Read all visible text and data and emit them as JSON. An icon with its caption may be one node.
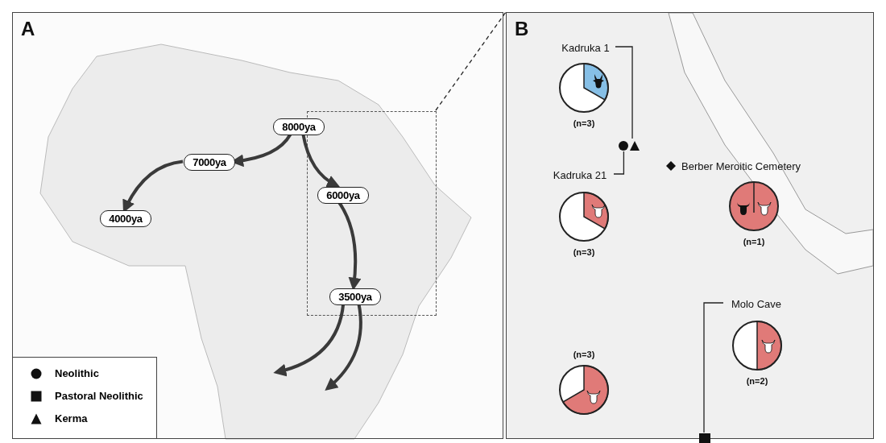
{
  "diagram": {
    "nodes": [
      {
        "text": [
          "A"
        ]
      },
      {
        "text": [
          "8000ya"
        ],
        "in": 0
      },
      {
        "text": [
          "7000ya"
        ],
        "in": 0
      },
      {
        "text": [
          "4000ya"
        ],
        "in": 0
      },
      {
        "text": [
          "6000ya"
        ],
        "in": 6
      },
      {
        "text": [
          "3500ya"
        ],
        "in": 6
      },
      {
        "text": [],
        "shape": "box",
        "in": 0
      },
      {
        "text": [
          "B"
        ]
      },
      {
        "text": [
          "Kadruka 1"
        ],
        "in": 7
      },
      {
        "text": [],
        "shape": "circle",
        "in": 7
      },
      {
        "text": [
          "Kadruka 21"
        ],
        "in": 7
      },
      {
        "text": [],
        "shape": "circle",
        "in": 7,
        "beside": [
          "(n=3)"
        ]
      },
      {
        "text": [],
        "shape": "circle",
        "in": 7,
        "beside": [
          "(n=3)"
        ]
      },
      {
        "text": [
          "Berber Meroitic Cemetery"
        ],
        "in": 7
      },
      {
        "text": [],
        "shape": "circle",
        "in": 7,
        "beside": [
          "(n=1)"
        ]
      },
      {
        "text": [
          "Molo Cave"
        ],
        "in": 7
      },
      {
        "text": [],
        "shape": "box",
        "in": 7
      },
      {
        "text": [],
        "shape": "circle",
        "in": 7,
        "beside": [
          "(n=2)"
        ]
      },
      {
        "text": [],
        "shape": "circle",
        "in": 7,
        "beside": [
          "(n=3)"
        ]
      }
    ],
    "edges": [
      {
        "from": 1,
        "to": 2,
        "arrow": "to"
      },
      {
        "from": 2,
        "to": 3,
        "arrow": "to"
      },
      {
        "from": 1,
        "to": 4,
        "arrow": "to"
      },
      {
        "from": 4,
        "to": 5,
        "arrow": "to"
      },
      {
        "from": 5,
        "to": null,
        "arrow": "to"
      },
      {
        "from": 5,
        "to": null,
        "arrow": "to"
      },
      {
        "from": 6,
        "to": 7,
        "arrow": "none",
        "style": "dashed"
      },
      {
        "from": 8,
        "to": 9,
        "arrow": "none"
      },
      {
        "from": 10,
        "to": 9,
        "arrow": "none"
      },
      {
        "from": 15,
        "to": 16,
        "arrow": "none"
      }
    ],
    "legend": [
      {
        "text": "Neolithic"
      },
      {
        "text": "Pastoral Neolithic"
      },
      {
        "text": "Kerma"
      }
    ]
  }
}
